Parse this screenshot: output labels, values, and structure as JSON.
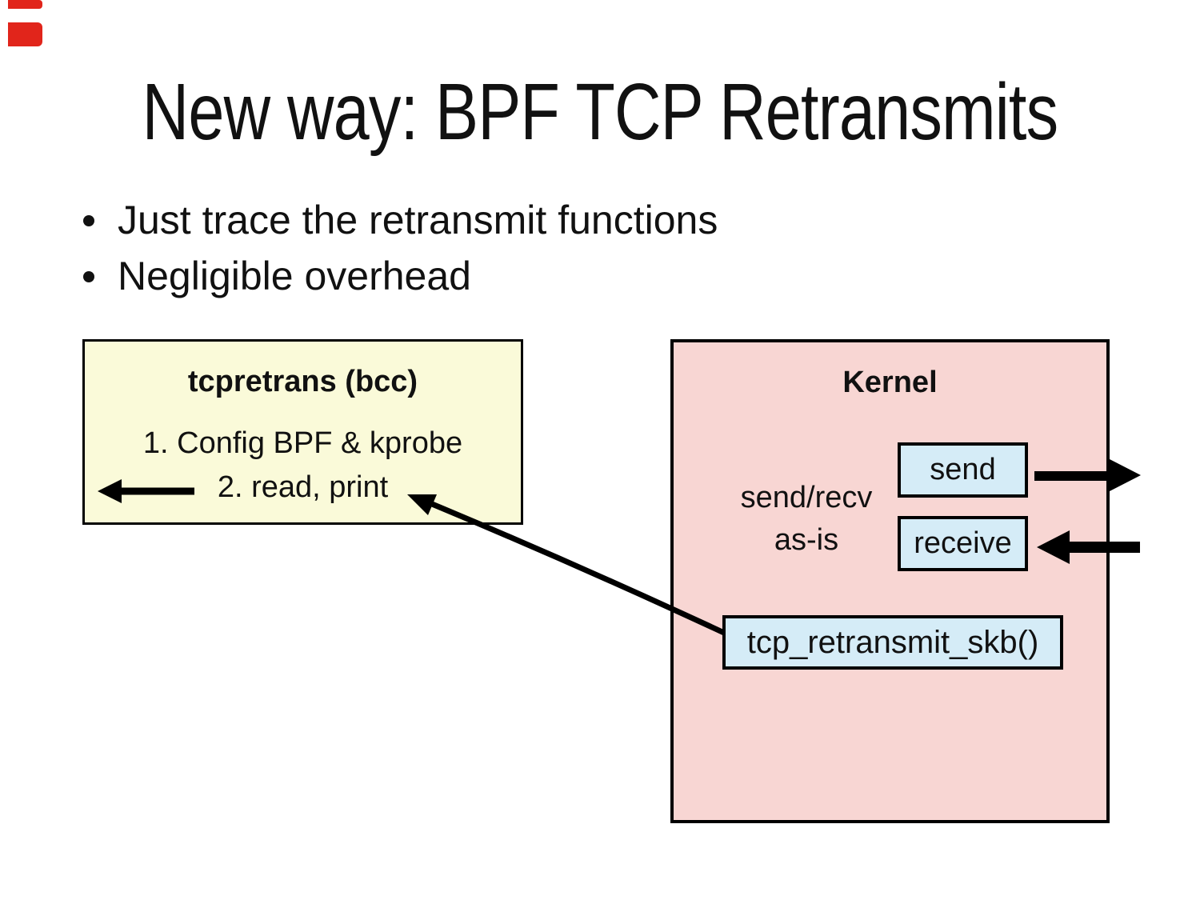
{
  "slide": {
    "title": "New way: BPF TCP Retransmits",
    "bullets": [
      {
        "text": "Just trace the retransmit functions"
      },
      {
        "text": "Negligible overhead"
      }
    ],
    "diagram": {
      "tool_box": {
        "title": "tcpretrans (bcc)",
        "step1": "1. Config BPF & kprobe",
        "step2": "2. read, print"
      },
      "kernel_box": {
        "title": "Kernel",
        "side_label_line1": "send/recv",
        "side_label_line2": "as-is",
        "send_box": "send",
        "receive_box": "receive",
        "retransmit_box": "tcp_retransmit_skb()"
      },
      "icons": {
        "read_arrow": "left-arrow",
        "trace_arrow": "diagonal-callout-arrow",
        "send_arrow": "thick-right-arrow",
        "receive_arrow": "thick-left-arrow"
      }
    },
    "colors": {
      "tool_box_fill": "#FAFAD9",
      "kernel_box_fill": "#F8D6D3",
      "inner_box_fill": "#D5ECF7",
      "border": "#000000",
      "corner_mark": "#E1251B"
    }
  }
}
